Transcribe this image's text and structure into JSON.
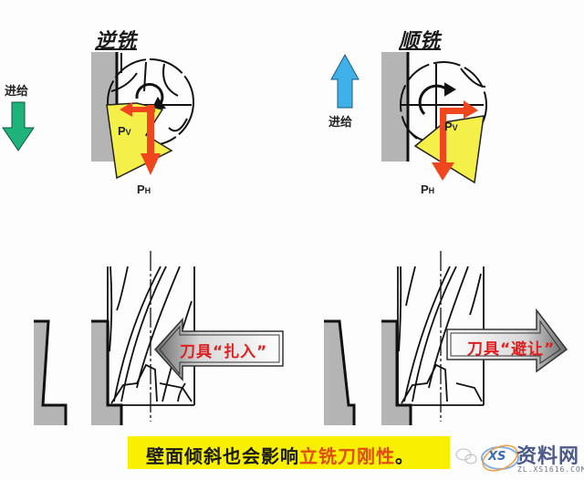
{
  "left_panel": {
    "title": "逆铣",
    "feed_label": "进给",
    "feed_direction": "down",
    "feed_arrow_color": "#1fb27a",
    "force_v": {
      "main": "P",
      "sub": "V"
    },
    "force_h": {
      "main": "P",
      "sub": "H"
    },
    "callout": "刀具“扎入”",
    "callout_direction": "left"
  },
  "right_panel": {
    "title": "顺铣",
    "feed_label": "进给",
    "feed_direction": "up",
    "feed_arrow_color": "#3fb0e8",
    "force_v": {
      "main": "P",
      "sub": "V"
    },
    "force_h": {
      "main": "P",
      "sub": "H"
    },
    "callout": "刀具“避让”",
    "callout_direction": "right"
  },
  "caption": {
    "normal": "壁面倾斜也会影响",
    "highlight": "立铣刀刚性",
    "end": "。"
  },
  "watermark": {
    "logo_text": "XS",
    "name": "资料网",
    "url": "ZL.XS1616.COM"
  },
  "colors": {
    "force_arrow": "#f0461e",
    "chip": "#f5ef4a",
    "workpiece": "#b4b4b4",
    "caption_bg": "#f8f000",
    "caption_highlight": "#e04b10",
    "callout_text": "#e02020"
  }
}
